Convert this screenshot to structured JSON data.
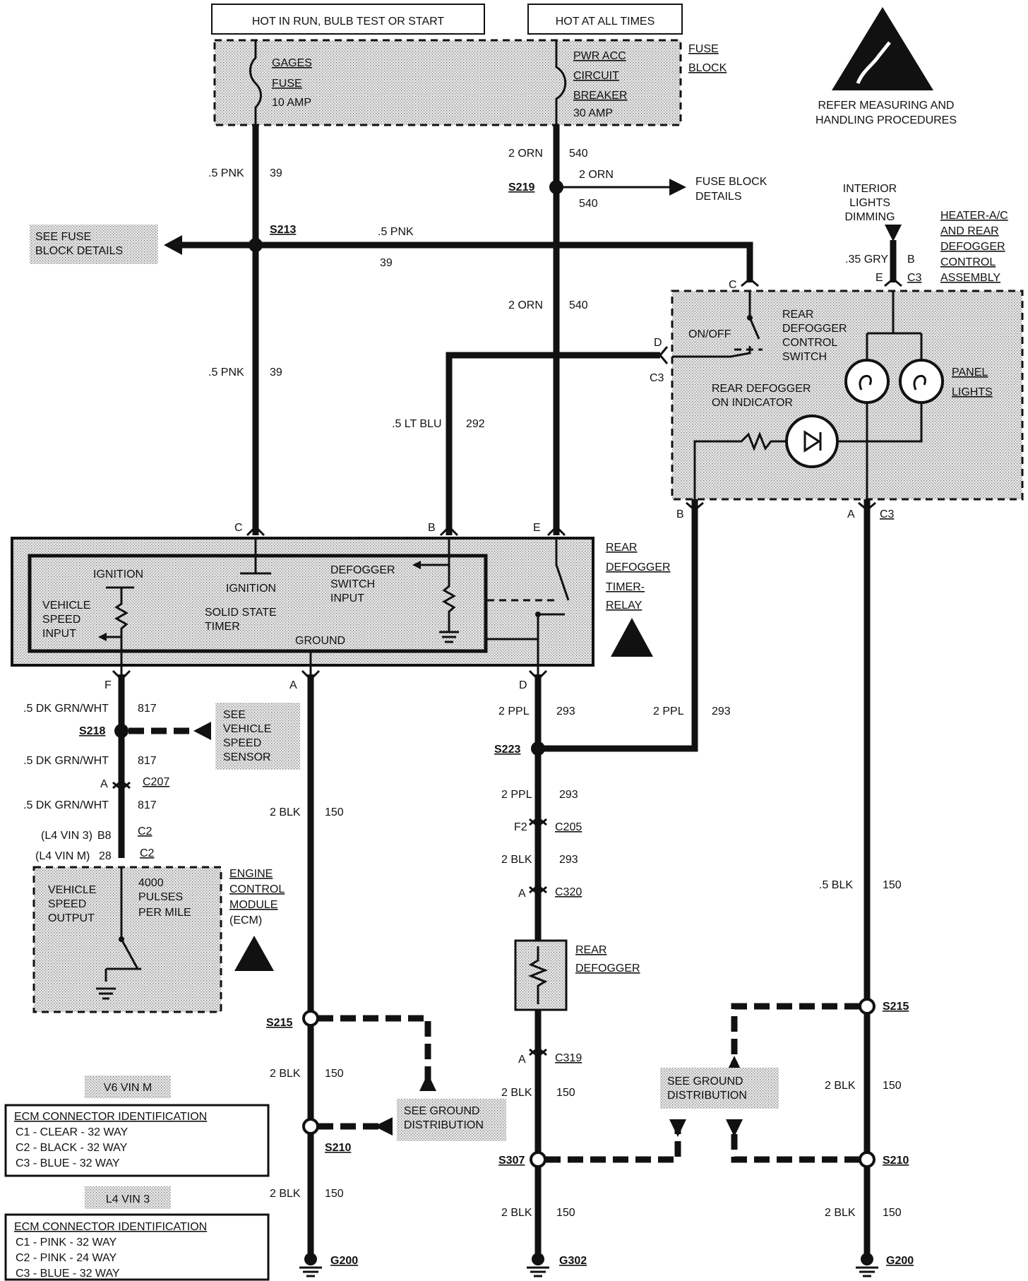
{
  "headers": {
    "hot_run": "HOT IN RUN, BULB TEST OR START",
    "hot_all": "HOT AT ALL TIMES"
  },
  "fuse_block": {
    "title_l1": "FUSE",
    "title_l2": "BLOCK",
    "gages_l1": "GAGES",
    "gages_l2": "FUSE",
    "gages_l3": "10 AMP",
    "pwr_l1": "PWR ACC",
    "pwr_l2": "CIRCUIT",
    "pwr_l3": "BREAKER",
    "pwr_l4": "30 AMP"
  },
  "esd": {
    "l1": "REFER MEASURING AND",
    "l2": "HANDLING PROCEDURES"
  },
  "wires": {
    "pnk5": ".5 PNK",
    "c39": "39",
    "orn2": "2 ORN",
    "c540": "540",
    "ltblu": ".5 LT BLU",
    "c292": "292",
    "gry35": ".35 GRY",
    "dkgrn": ".5 DK GRN/WHT",
    "c817": "817",
    "blk2": "2 BLK",
    "c150": "150",
    "ppl2": "2 PPL",
    "c293": "293",
    "blk5": ".5 BLK"
  },
  "splices": {
    "s213": "S213",
    "s219": "S219",
    "s218": "S218",
    "s223": "S223",
    "s215": "S215",
    "s210": "S210",
    "s307": "S307"
  },
  "notes": {
    "see_fuse_l1": "SEE FUSE",
    "see_fuse_l2": "BLOCK DETAILS",
    "fuse_details_l1": "FUSE BLOCK",
    "fuse_details_l2": "DETAILS",
    "interior_l1": "INTERIOR",
    "interior_l2": "LIGHTS",
    "interior_l3": "DIMMING",
    "vss_l1": "SEE",
    "vss_l2": "VEHICLE",
    "vss_l3": "SPEED",
    "vss_l4": "SENSOR",
    "see_ground_l1": "SEE GROUND",
    "see_ground_l2": "DISTRIBUTION"
  },
  "control_assembly": {
    "title_l1": "HEATER-A/C",
    "title_l2": "AND REAR",
    "title_l3": "DEFOGGER",
    "title_l4": "CONTROL",
    "title_l5": "ASSEMBLY",
    "switch_l1": "REAR",
    "switch_l2": "DEFOGGER",
    "switch_l3": "CONTROL",
    "switch_l4": "SWITCH",
    "onoff": "ON/OFF",
    "indicator_l1": "REAR DEFOGGER",
    "indicator_l2": "ON INDICATOR",
    "panel_l1": "PANEL",
    "panel_l2": "LIGHTS"
  },
  "timer_relay": {
    "title_l1": "REAR",
    "title_l2": "DEFOGGER",
    "title_l3": "TIMER-",
    "title_l4": "RELAY",
    "ignition": "IGNITION",
    "ignition2": "IGNITION",
    "vsi_l1": "VEHICLE",
    "vsi_l2": "SPEED",
    "vsi_l3": "INPUT",
    "sst_l1": "SOLID STATE",
    "sst_l2": "TIMER",
    "dsi_l1": "DEFOGGER",
    "dsi_l2": "SWITCH",
    "dsi_l3": "INPUT",
    "ground": "GROUND"
  },
  "ecm": {
    "title_l1": "ENGINE",
    "title_l2": "CONTROL",
    "title_l3": "MODULE",
    "title_l4": "(ECM)",
    "vso_l1": "VEHICLE",
    "vso_l2": "SPEED",
    "vso_l3": "OUTPUT",
    "pulses_l1": "4000",
    "pulses_l2": "PULSES",
    "pulses_l3": "PER MILE",
    "l4vin3": "(L4 VIN 3)",
    "b8": "B8",
    "l4vinm": "(L4 VIN M)",
    "p28": "28",
    "c2": "C2"
  },
  "rear_defogger": {
    "l1": "REAR",
    "l2": "DEFOGGER"
  },
  "connectors": {
    "c207": "C207",
    "c205": "C205",
    "c320": "C320",
    "c319": "C319",
    "c3": "C3",
    "a": "A",
    "b": "B",
    "c": "C",
    "d": "D",
    "e": "E",
    "f": "F",
    "f2": "F2"
  },
  "grounds": {
    "g200": "G200",
    "g302": "G302"
  },
  "id_tables": [
    {
      "label": "V6 VIN M",
      "title": "ECM CONNECTOR IDENTIFICATION",
      "rows": [
        "C1 - CLEAR - 32 WAY",
        "C2 - BLACK - 32 WAY",
        "C3 - BLUE - 32 WAY"
      ]
    },
    {
      "label": "L4 VIN 3",
      "title": "ECM CONNECTOR IDENTIFICATION",
      "rows": [
        "C1 - PINK - 32 WAY",
        "C2 - PINK - 24 WAY",
        "C3 - BLUE - 32 WAY"
      ]
    }
  ]
}
